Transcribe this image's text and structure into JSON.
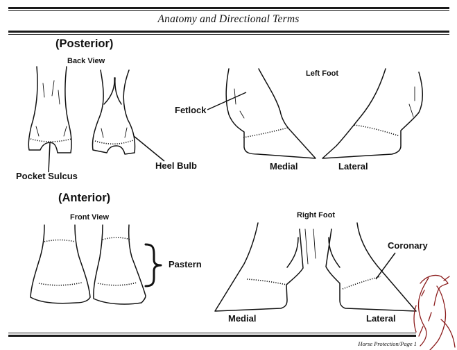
{
  "header": {
    "title": "Anatomy and Directional Terms"
  },
  "posterior": {
    "heading": "(Posterior)",
    "subheading": "Back View"
  },
  "anterior": {
    "heading": "(Anterior)",
    "subheading": "Front View"
  },
  "left_foot": {
    "heading": "Left Foot",
    "medial": "Medial",
    "lateral": "Lateral"
  },
  "right_foot": {
    "heading": "Right Foot",
    "medial": "Medial",
    "lateral": "Lateral"
  },
  "labels": {
    "fetlock": "Fetlock",
    "pocket_sulcus": "Pocket Sulcus",
    "heel_bulb": "Heel Bulb",
    "pastern": "Pastern",
    "coronary": "Coronary"
  },
  "footer": {
    "text": "Horse Protection/Page 1"
  }
}
